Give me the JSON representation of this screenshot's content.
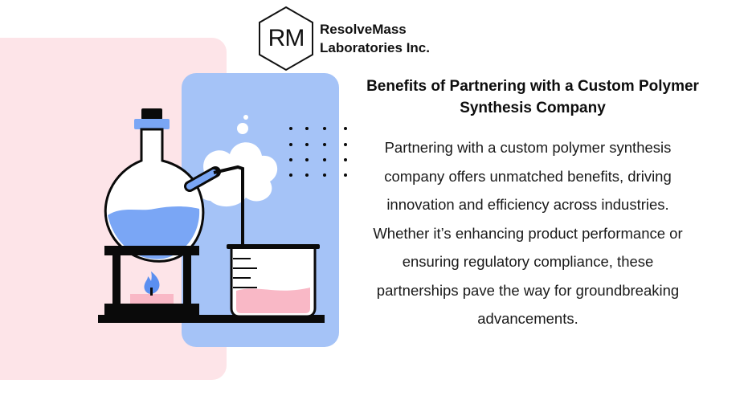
{
  "logo": {
    "initials": "RM",
    "name_line1": "ResolveMass",
    "name_line2": "Laboratories Inc."
  },
  "heading": "Benefits of Partnering with a Custom Polymer Synthesis Company",
  "body": "Partnering with a custom polymer synthesis company offers unmatched benefits, driving innovation and efficiency across industries. Whether it’s enhancing product performance or ensuring regulatory compliance, these partnerships pave the way for groundbreaking advancements.",
  "colors": {
    "pink_panel": "#fde4e8",
    "blue_panel": "#a5c3f7",
    "liquid_blue": "#7aa6f5",
    "liquid_pink": "#f9b8c6",
    "flame": "#5b8ff0",
    "outline": "#0a0a0a"
  },
  "icons": [
    "hexagon-logo-icon",
    "round-bottom-flask-icon",
    "beaker-icon",
    "flame-icon",
    "steam-cloud-icon",
    "dot-grid-icon"
  ]
}
